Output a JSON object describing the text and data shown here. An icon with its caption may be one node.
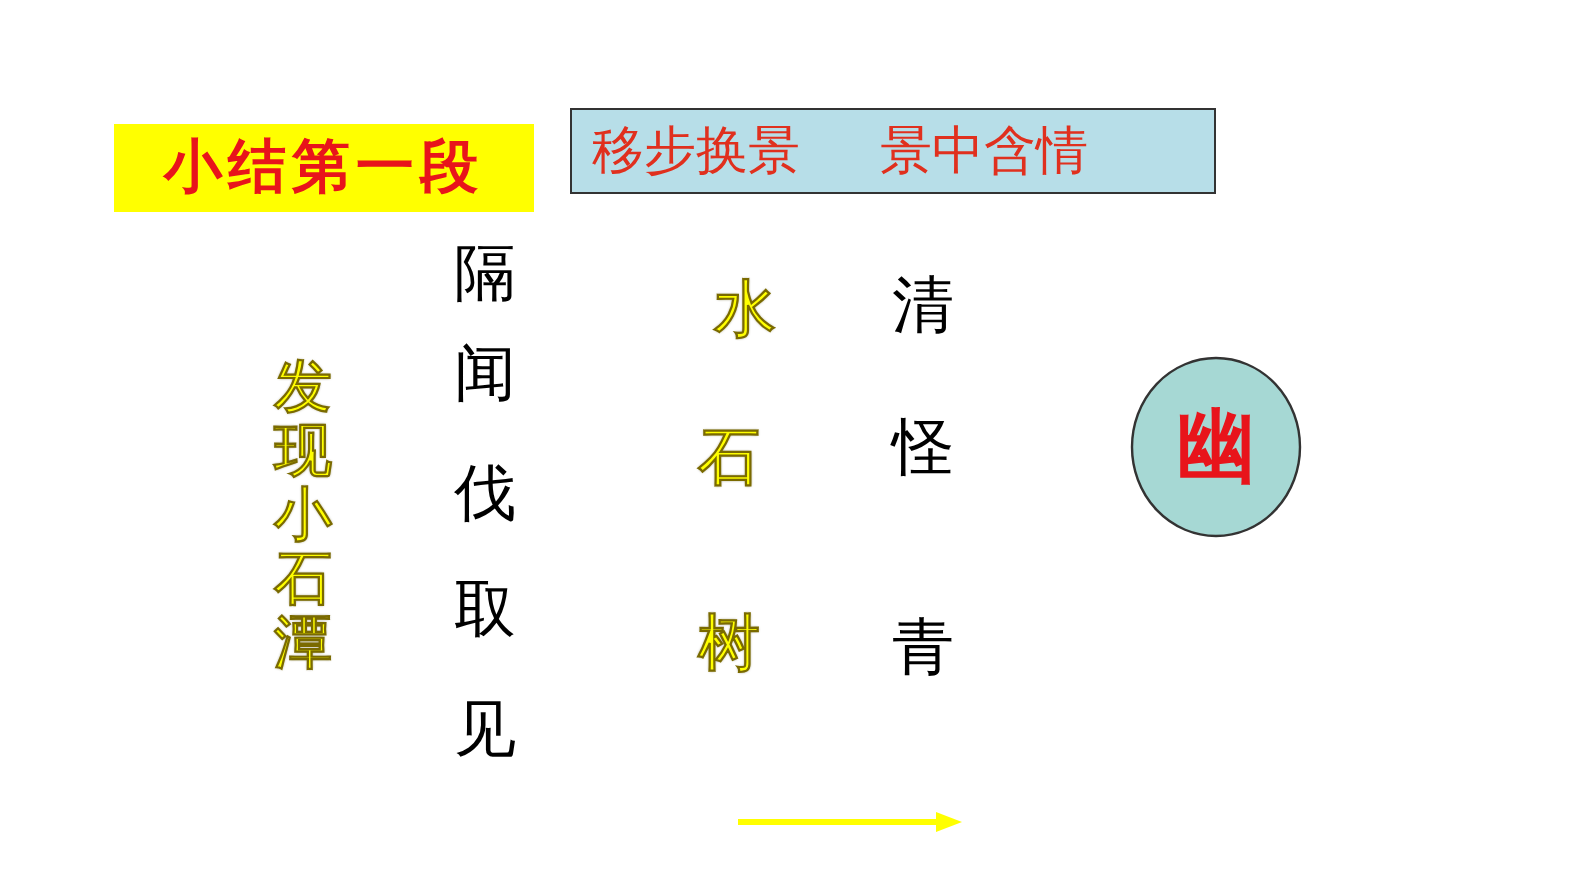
{
  "diagram": {
    "nodes": [
      {
        "text": [
          "小结第一段"
        ]
      },
      {
        "text": [
          "移步换景",
          "景中含情"
        ]
      },
      {
        "text": [
          "幽"
        ]
      }
    ],
    "labels": [
      "发现小石潭",
      "隔",
      "闻",
      "伐",
      "取",
      "见",
      "水",
      "石",
      "树",
      "清",
      "怪",
      "青"
    ]
  }
}
